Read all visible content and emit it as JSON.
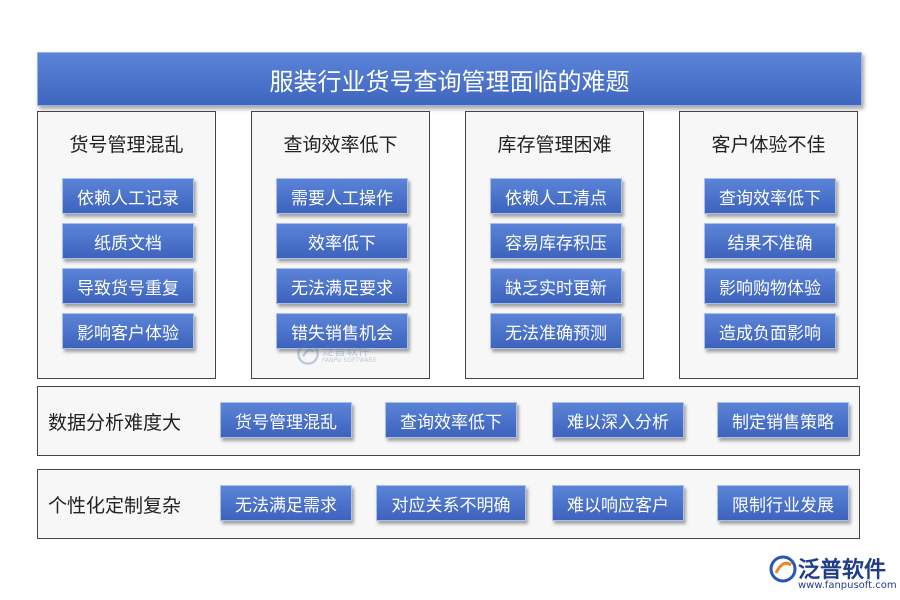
{
  "title": "服装行业货号查询管理面临的难题",
  "panels": [
    {
      "title": "货号管理混乱",
      "items": [
        "依赖人工记录",
        "纸质文档",
        "导致货号重复",
        "影响客户体验"
      ]
    },
    {
      "title": "查询效率低下",
      "items": [
        "需要人工操作",
        "效率低下",
        "无法满足要求",
        "错失销售机会"
      ]
    },
    {
      "title": "库存管理困难",
      "items": [
        "依赖人工清点",
        "容易库存积压",
        "缺乏实时更新",
        "无法准确预测"
      ]
    },
    {
      "title": "客户体验不佳",
      "items": [
        "查询效率低下",
        "结果不准确",
        "影响购物体验",
        "造成负面影响"
      ]
    }
  ],
  "rows": [
    {
      "label": "数据分析难度大",
      "items": [
        "货号管理混乱",
        "查询效率低下",
        "难以深入分析",
        "制定销售策略"
      ]
    },
    {
      "label": "个性化定制复杂",
      "items": [
        "无法满足需求",
        "对应关系不明确",
        "难以响应客户",
        "限制行业发展"
      ]
    }
  ],
  "logo": {
    "name": "泛普软件",
    "url": "www.fanpusoft.com",
    "icon": "fanpu-logo-icon"
  },
  "watermark": {
    "name": "泛普软件",
    "sub": "FANPU SOFTWARE"
  },
  "colors": {
    "box_top": "#5b84d8",
    "box_bottom": "#3d63bd",
    "border": "#444444",
    "logo": "#1f3d8a"
  }
}
